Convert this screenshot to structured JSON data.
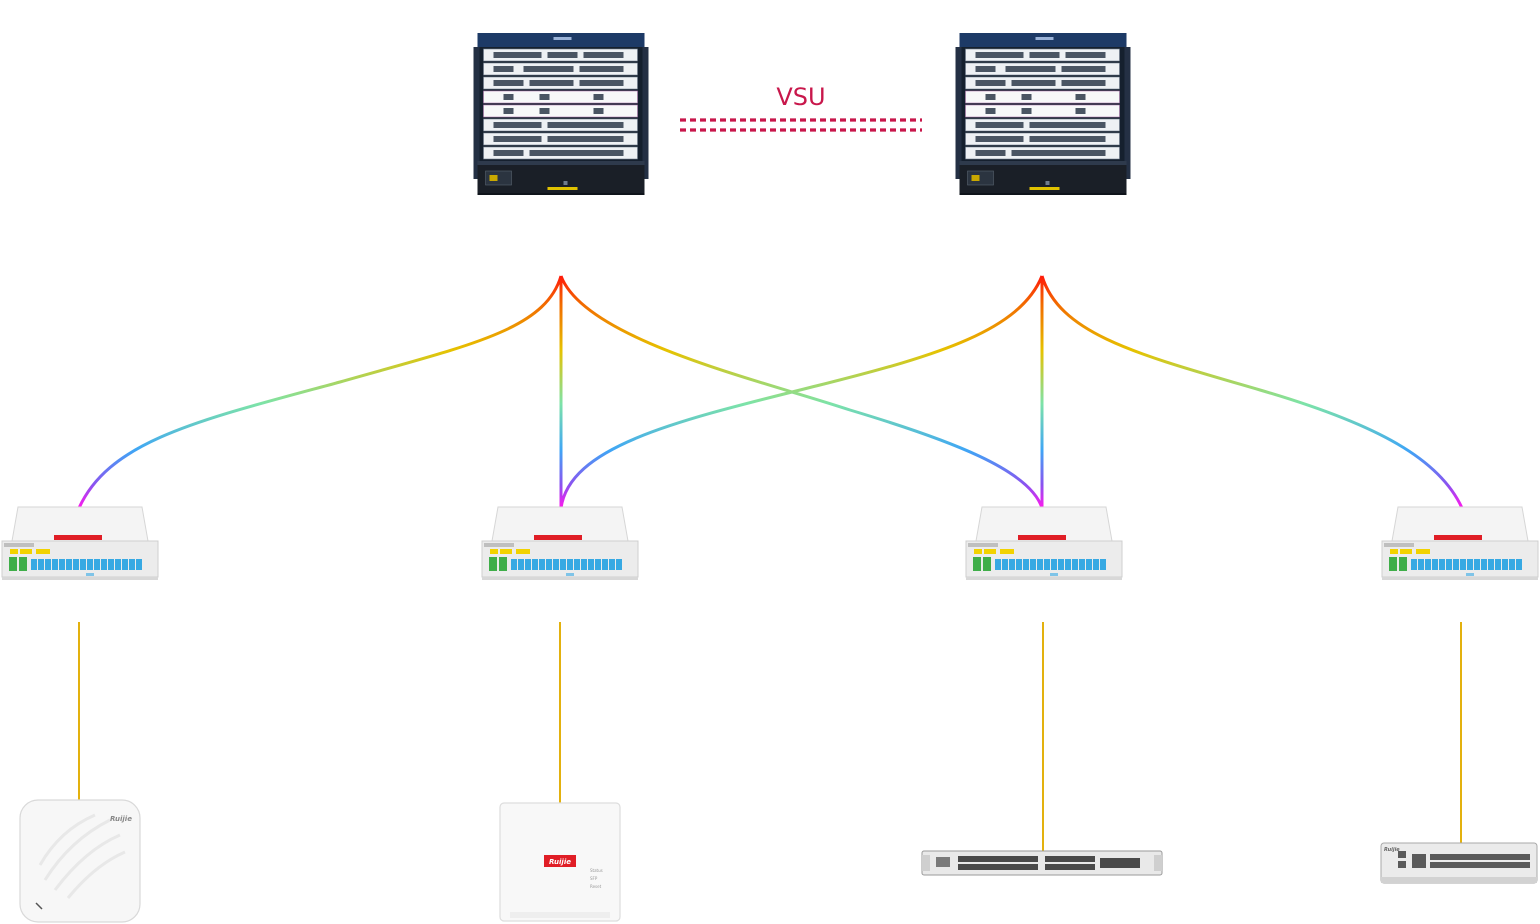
{
  "link_label": "VSU",
  "brand": "Ruijie",
  "ap_status_lines": [
    "Status",
    "SFP",
    "Reset"
  ],
  "colors": {
    "vsu": "#c8174b",
    "downlink": "#e3b10e",
    "gradient_top": "#ff1a0a",
    "gradient_mid1": "#e6c200",
    "gradient_mid2": "#7de3a8",
    "gradient_mid3": "#3fa6f5",
    "gradient_bottom": "#ff18ee",
    "brand_red": "#e01e26",
    "port_blue": "#37a9e3",
    "sfp_green": "#3fae49"
  },
  "icons": {
    "core": "chassis-switch-icon",
    "splitter": "optical-splitter-icon",
    "ceiling_ap": "ceiling-ap-icon",
    "wall_ap": "wall-ap-icon",
    "rack_switch": "rack-switch-icon",
    "desktop_switch": "desktop-switch-icon"
  }
}
